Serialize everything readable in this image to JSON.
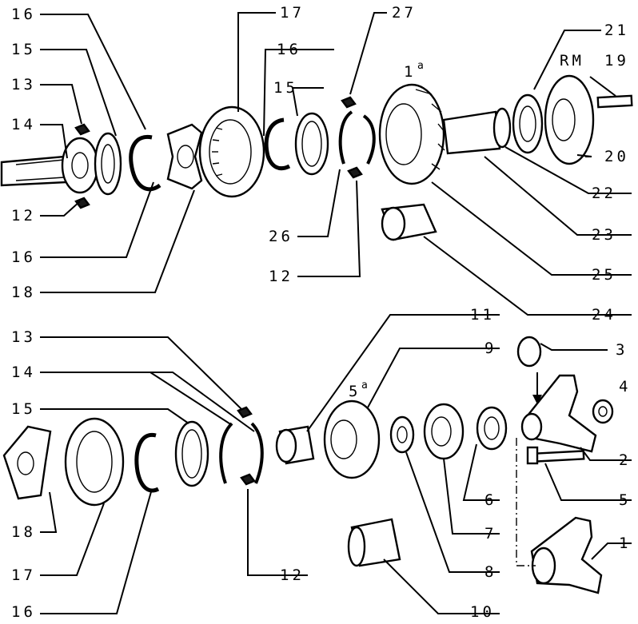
{
  "callouts_upper": [
    {
      "id": "c16a",
      "label": "16"
    },
    {
      "id": "c15a",
      "label": "15"
    },
    {
      "id": "c13a",
      "label": "13"
    },
    {
      "id": "c14a",
      "label": "14"
    },
    {
      "id": "c12a",
      "label": "12"
    },
    {
      "id": "c16b",
      "label": "16"
    },
    {
      "id": "c18a",
      "label": "18"
    },
    {
      "id": "c17a",
      "label": "17"
    },
    {
      "id": "c16c",
      "label": "16"
    },
    {
      "id": "c15b",
      "label": "15"
    },
    {
      "id": "c27",
      "label": "27"
    },
    {
      "id": "c1a",
      "label": "1",
      "sup": "a"
    },
    {
      "id": "c21",
      "label": "21"
    },
    {
      "id": "cRM",
      "label": "RM"
    },
    {
      "id": "c19",
      "label": "19"
    },
    {
      "id": "c20",
      "label": "20"
    },
    {
      "id": "c22",
      "label": "22"
    },
    {
      "id": "c23",
      "label": "23"
    },
    {
      "id": "c25",
      "label": "25"
    },
    {
      "id": "c26",
      "label": "26"
    },
    {
      "id": "c12b",
      "label": "12"
    },
    {
      "id": "c24",
      "label": "24"
    }
  ],
  "callouts_lower": [
    {
      "id": "c11",
      "label": "11"
    },
    {
      "id": "c9",
      "label": "9"
    },
    {
      "id": "c3",
      "label": "3"
    },
    {
      "id": "c13b",
      "label": "13"
    },
    {
      "id": "c14b",
      "label": "14"
    },
    {
      "id": "c15c",
      "label": "15"
    },
    {
      "id": "c5a",
      "label": "5",
      "sup": "a"
    },
    {
      "id": "c4",
      "label": "4"
    },
    {
      "id": "c2",
      "label": "2"
    },
    {
      "id": "c5",
      "label": "5"
    },
    {
      "id": "c6",
      "label": "6"
    },
    {
      "id": "c7",
      "label": "7"
    },
    {
      "id": "c18b",
      "label": "18"
    },
    {
      "id": "c17b",
      "label": "17"
    },
    {
      "id": "c12c",
      "label": "12"
    },
    {
      "id": "c8",
      "label": "8"
    },
    {
      "id": "c1",
      "label": "1"
    },
    {
      "id": "c16d",
      "label": "16"
    },
    {
      "id": "c10",
      "label": "10"
    }
  ]
}
